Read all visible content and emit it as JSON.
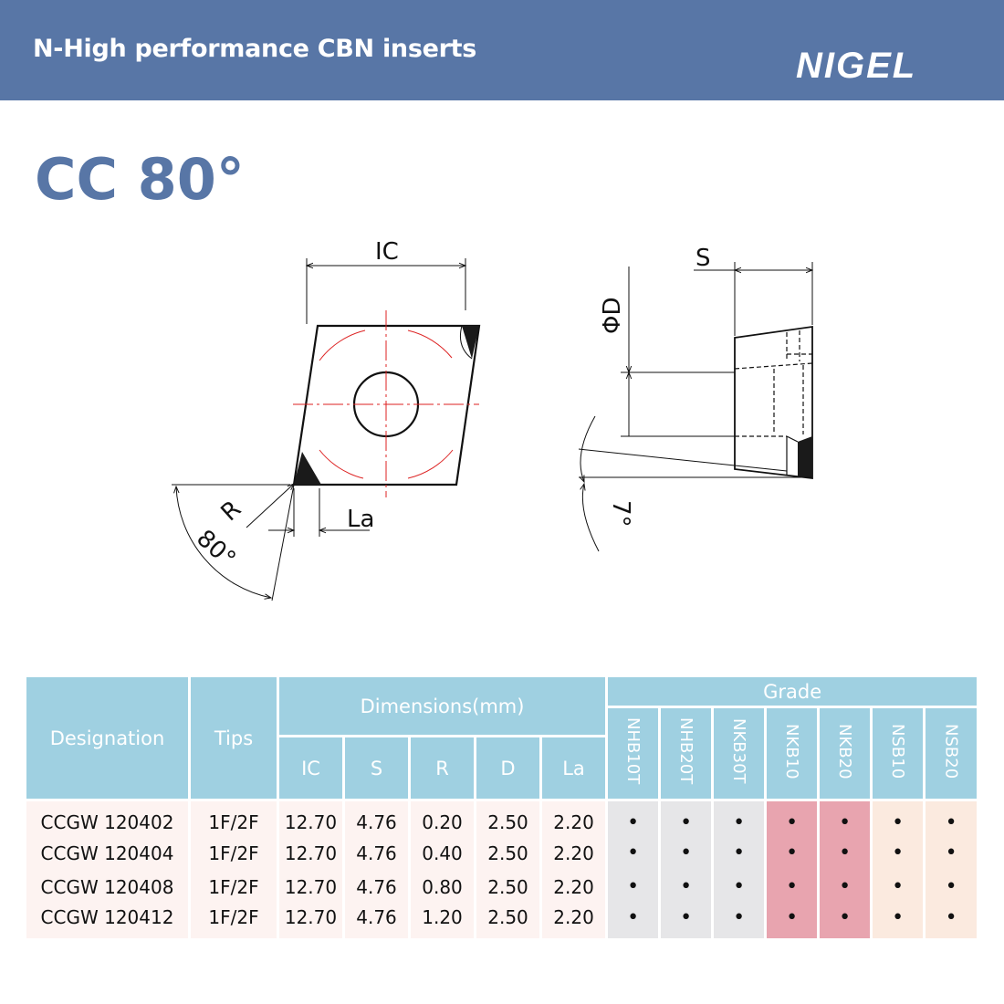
{
  "header": {
    "title": "N-High performance CBN inserts",
    "brand": "NIGEL",
    "banner_color": "#5876a6"
  },
  "model": "CC 80°",
  "drawing": {
    "labels": {
      "ic": "IC",
      "s": "S",
      "d": "ΦD",
      "r": "R",
      "la": "La",
      "angle": "80°",
      "clearance": "7°"
    }
  },
  "table": {
    "header_color": "#9fd0e1",
    "headers": {
      "designation": "Designation",
      "tips": "Tips",
      "dimensions": "Dimensions(mm)",
      "grade": "Grade"
    },
    "dim_columns": [
      "IC",
      "S",
      "R",
      "D",
      "La"
    ],
    "grades": [
      "NHB10T",
      "NHB20T",
      "NKB30T",
      "NKB10",
      "NKB20",
      "NSB10",
      "NSB20"
    ],
    "grade_colors": {
      "grey": "#e6e6e8",
      "pink": "#e8a4af",
      "peach": "#fbeadf"
    },
    "rows": [
      {
        "designation": "CCGW 120402",
        "tips": "1F/2F",
        "dims": [
          "12.70",
          "4.76",
          "0.20",
          "2.50",
          "2.20"
        ],
        "marks": [
          "•",
          "•",
          "•",
          "•",
          "•",
          "•",
          "•"
        ]
      },
      {
        "designation": "CCGW 120404",
        "tips": "1F/2F",
        "dims": [
          "12.70",
          "4.76",
          "0.40",
          "2.50",
          "2.20"
        ],
        "marks": [
          "•",
          "•",
          "•",
          "•",
          "•",
          "•",
          "•"
        ]
      },
      {
        "designation": "CCGW 120408",
        "tips": "1F/2F",
        "dims": [
          "12.70",
          "4.76",
          "0.80",
          "2.50",
          "2.20"
        ],
        "marks": [
          "•",
          "•",
          "•",
          "•",
          "•",
          "•",
          "•"
        ]
      },
      {
        "designation": "CCGW 120412",
        "tips": "1F/2F",
        "dims": [
          "12.70",
          "4.76",
          "1.20",
          "2.50",
          "2.20"
        ],
        "marks": [
          "•",
          "•",
          "•",
          "•",
          "•",
          "•",
          "•"
        ]
      }
    ]
  }
}
